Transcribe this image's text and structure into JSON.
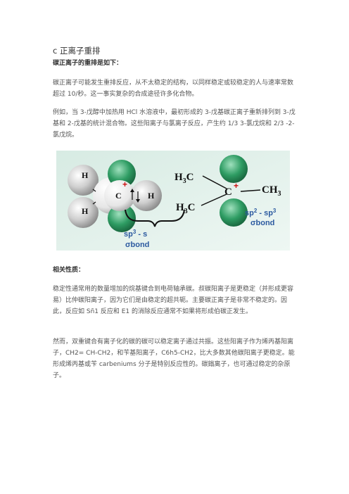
{
  "doc": {
    "title": "c 正离子重排",
    "subhead1": "碳正离子的重排是如下：",
    "p1": "碳正离子可能发生重排反应，从不太稳定的结构，以同样稳定或较稳定的人与速率常数超过 10/秒。这一事实复杂的合成途径许多化合物。",
    "p2": "例如，当 3-戊醇中加热用 HCl 水溶液中，最初形成的 3-戊基碳正离子重新排列到 3-戊基和 2-戊基的统计混合物。这些阳离子与氯离子反应，产生约 1/3 3-氯戊烷和 2/3 -2-氯戊烷。",
    "subhead2": "相关性质：",
    "p3": "稳定性通常用的数量增加的烷基键合到电荷轴承碳。叔碳阳离子是更稳定（并形成更容易）比仲碳阳离子，因为它们是由稳定的超共轭。主要碳正离子是非常不稳定的。因此，反应如 Sñ1 反应和 E1 的消除反应通常不如果将形成伯碳正发生。",
    "p4": "然而，双重键合有离子化的碳的碳可以稳定离子通过共振。这些阳离子作为烯丙基阳离子，CH2= CH-CH2，和苄基阳离子，C6h5-CH2，比大多数其他碳阳离子更稳定。能形成烯丙基或苄 carbeniums 分子是特别反应性的。碳鎓离子，也可通过稳定的杂原子。"
  },
  "figure": {
    "left_H_top": "H",
    "left_H_mid": "H",
    "left_H_bottom": "H",
    "left_C": "C",
    "left_charge": "+",
    "left_label_1": "sp",
    "left_label_1_sup": "3",
    "left_label_1_rest": " - s",
    "left_label_2": "σbond",
    "right_H3C_top": "H",
    "right_H3C_top_sub": "3",
    "right_H3C_top_c": "C",
    "right_H3C_bottom": "H",
    "right_H3C_bottom_sub": "3",
    "right_H3C_bottom_c": "C",
    "right_C": "C",
    "right_charge": "+",
    "right_CH3": "CH",
    "right_CH3_sub": "3",
    "right_label_1": "sp",
    "right_label_1_sup": "2",
    "right_label_1_mid": " - sp",
    "right_label_1_sup2": "3",
    "right_label_2": "σbond",
    "colors": {
      "bg": "#e3f1ec",
      "orbital_gray": "#b5b5b5",
      "orbital_green": "#2e9c63",
      "label_blue": "#2c5aa0",
      "plus_red": "#cc1111"
    }
  }
}
